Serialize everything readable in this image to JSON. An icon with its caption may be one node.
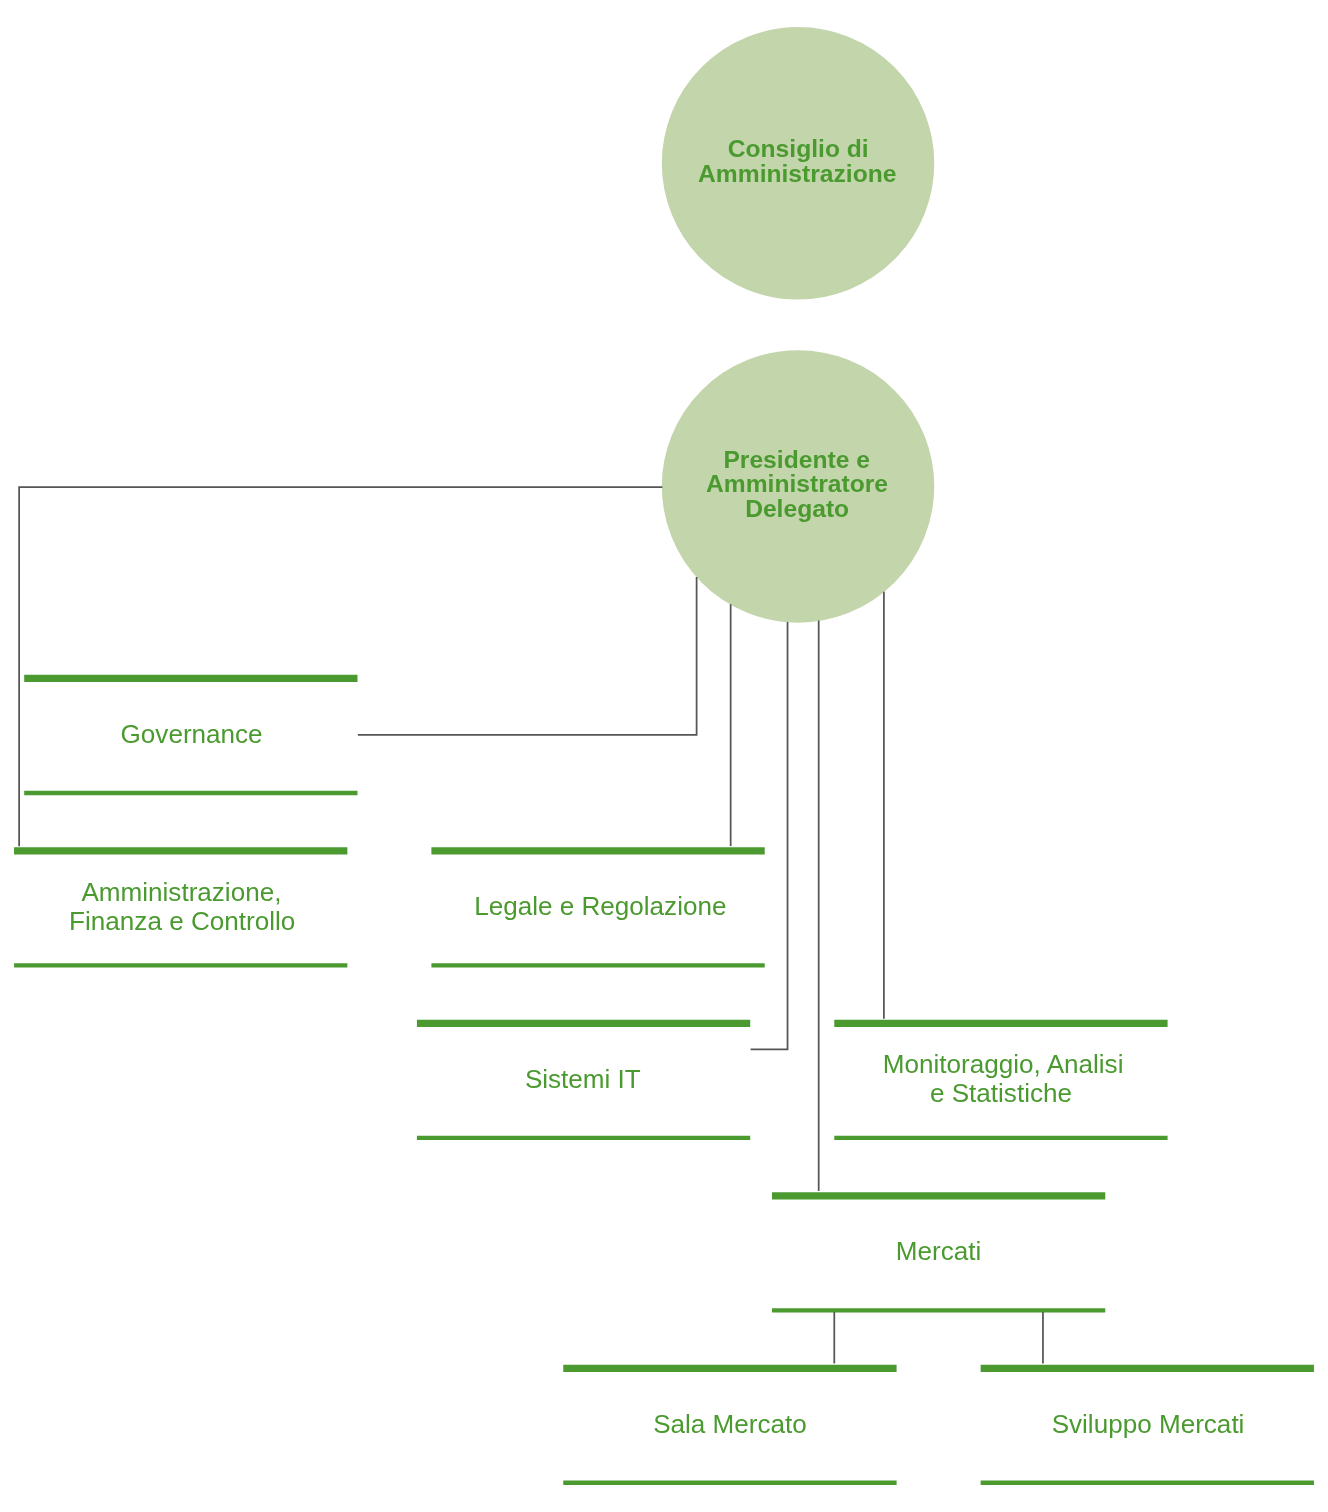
{
  "diagram": {
    "nodes": [
      {
        "text": [
          "Consiglio di Amministrazione"
        ]
      },
      {
        "text": [
          "Presidente e Amministratore Delegato"
        ]
      },
      {
        "text": [
          "Governance"
        ]
      },
      {
        "text": [
          "Amministrazione, Finanza e Controllo"
        ]
      },
      {
        "text": [
          "Legale e Regolazione"
        ]
      },
      {
        "text": [
          "Sistemi IT"
        ]
      },
      {
        "text": [
          "Monitoraggio, Analisi e Statistiche"
        ]
      },
      {
        "text": [
          "Mercati"
        ]
      },
      {
        "text": [
          "Sala Mercato"
        ]
      },
      {
        "text": [
          "Sviluppo Mercati"
        ]
      }
    ],
    "edges": [
      {
        "from": 1,
        "to": 2,
        "arrow": "none"
      },
      {
        "from": 1,
        "to": 3,
        "arrow": "none"
      },
      {
        "from": 1,
        "to": 4,
        "arrow": "none"
      },
      {
        "from": 1,
        "to": 5,
        "arrow": "none"
      },
      {
        "from": 1,
        "to": 6,
        "arrow": "none"
      },
      {
        "from": 1,
        "to": 7,
        "arrow": "none"
      },
      {
        "from": 7,
        "to": 8,
        "arrow": "none"
      },
      {
        "from": 7,
        "to": 9,
        "arrow": "none"
      }
    ]
  }
}
